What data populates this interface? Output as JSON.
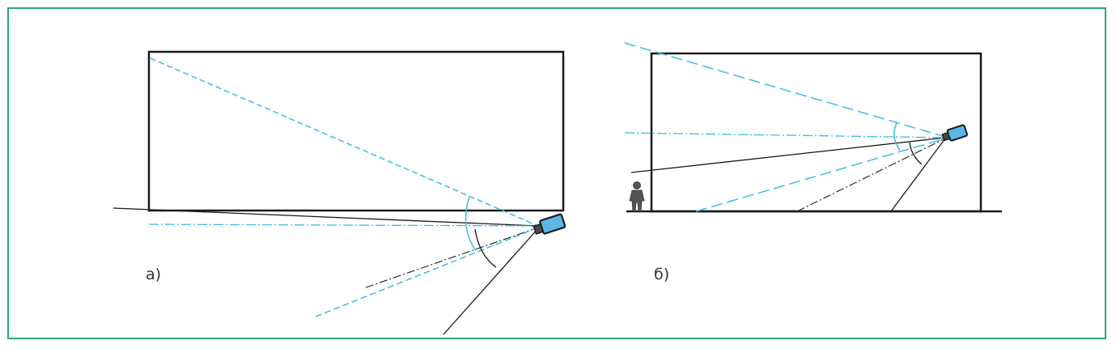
{
  "panels": [
    {
      "id": "a",
      "label": "а)"
    },
    {
      "id": "b",
      "label": "б)"
    }
  ],
  "colors": {
    "frame": "#2aa37a",
    "sight_line": "#3dbde0",
    "camera_body": "#5bb7e6",
    "outline": "#1a1a1a"
  },
  "icons": {
    "camera": "surveillance-camera-icon",
    "person": "person-icon"
  }
}
